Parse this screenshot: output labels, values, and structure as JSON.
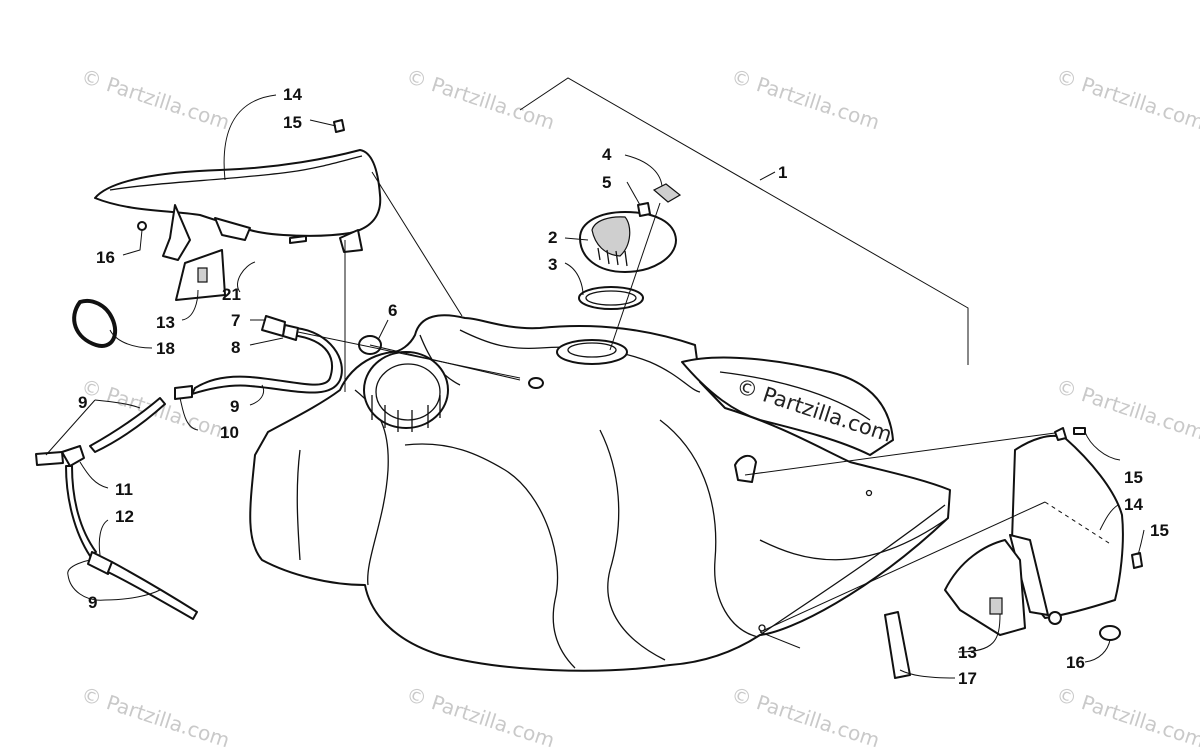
{
  "watermark": {
    "text": "© Partzilla.com"
  },
  "labels": {
    "l1": "1",
    "l2": "2",
    "l3": "3",
    "l4": "4",
    "l5": "5",
    "l6": "6",
    "l7": "7",
    "l8": "8",
    "l9a": "9",
    "l9b": "9",
    "l9c": "9",
    "l10": "10",
    "l11": "11",
    "l12": "12",
    "l13a": "13",
    "l13b": "13",
    "l14a": "14",
    "l14b": "14",
    "l15a": "15",
    "l15b": "15",
    "l15c": "15",
    "l16a": "16",
    "l16b": "16",
    "l17": "17",
    "l18": "18",
    "l21": "21"
  }
}
